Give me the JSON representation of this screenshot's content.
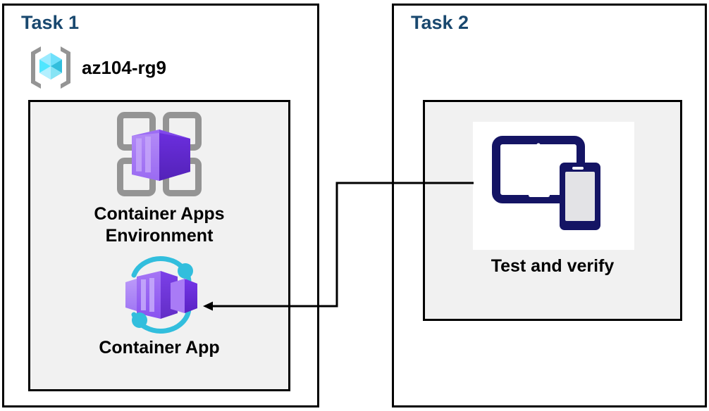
{
  "diagram": {
    "title_color": "#19486f",
    "panel_border_color": "#000000",
    "inner_fill_color": "#f1f1f1"
  },
  "task1": {
    "heading": "Task 1",
    "resource_group": {
      "icon": "azure-resource-group-icon",
      "label": "az104-rg9"
    },
    "items": [
      {
        "icon": "container-apps-environment-icon",
        "label_line1": "Container Apps",
        "label_line2": "Environment"
      },
      {
        "icon": "container-app-icon",
        "label_line1": "Container App",
        "label_line2": ""
      }
    ]
  },
  "task2": {
    "heading": "Task 2",
    "items": [
      {
        "icon": "devices-test-icon",
        "label": "Test and verify"
      }
    ]
  },
  "connector": {
    "name": "arrow-task2-to-container-app",
    "from": "Test and verify",
    "to": "Container App",
    "color": "#000000"
  },
  "palette": {
    "azure_cube_cyan": "#50e6ff",
    "azure_cube_mid": "#32bedd",
    "bracket_gray": "#949494",
    "container_purple_light": "#a67af4",
    "container_purple_dark": "#5c2dd5",
    "device_navy": "#141464",
    "accent_cyan": "#32bedd"
  }
}
